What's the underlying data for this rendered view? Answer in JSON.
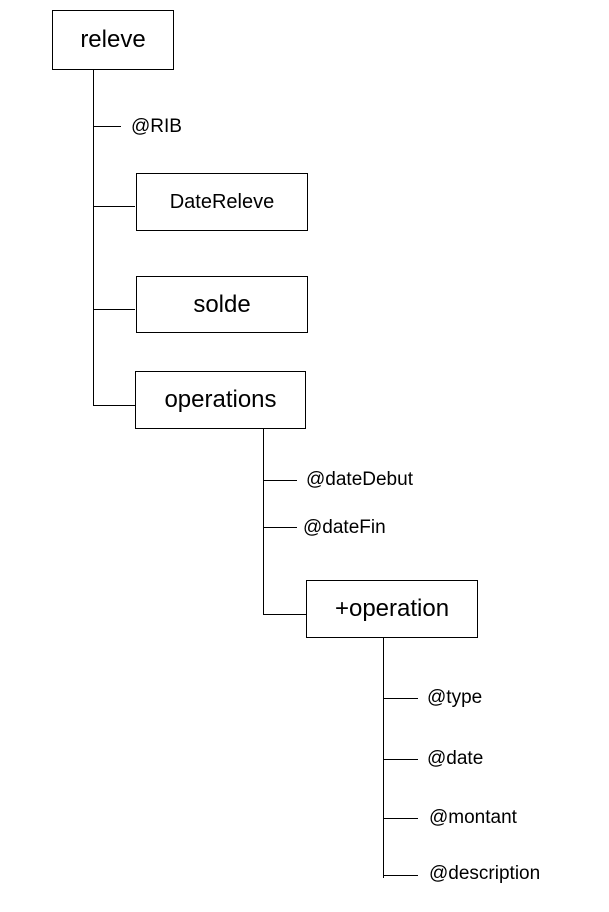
{
  "diagram": {
    "root": {
      "label": "releve",
      "attribute": "@RIB",
      "children": [
        "DateReleve",
        "solde",
        "operations"
      ]
    },
    "operations": {
      "label": "operations",
      "attributes": [
        "@dateDebut",
        "@dateFin"
      ],
      "child": "+operation"
    },
    "operation": {
      "label": "+operation",
      "attributes": [
        "@type",
        "@date",
        "@montant",
        "@description"
      ]
    }
  }
}
